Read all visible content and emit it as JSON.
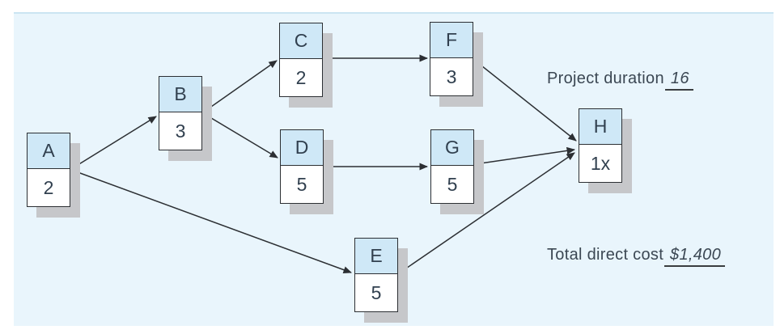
{
  "diagram": {
    "type": "activity-on-node-network",
    "nodes": [
      {
        "id": "A",
        "label": "A",
        "value": "2"
      },
      {
        "id": "B",
        "label": "B",
        "value": "3"
      },
      {
        "id": "C",
        "label": "C",
        "value": "2"
      },
      {
        "id": "D",
        "label": "D",
        "value": "5"
      },
      {
        "id": "E",
        "label": "E",
        "value": "5"
      },
      {
        "id": "F",
        "label": "F",
        "value": "3"
      },
      {
        "id": "G",
        "label": "G",
        "value": "5"
      },
      {
        "id": "H",
        "label": "H",
        "value": "1x"
      }
    ],
    "edges": [
      [
        "A",
        "B"
      ],
      [
        "A",
        "E"
      ],
      [
        "B",
        "C"
      ],
      [
        "B",
        "D"
      ],
      [
        "C",
        "F"
      ],
      [
        "D",
        "G"
      ],
      [
        "F",
        "H"
      ],
      [
        "G",
        "H"
      ],
      [
        "E",
        "H"
      ]
    ],
    "annotations": {
      "project_duration": {
        "label": "Project duration",
        "value": "16"
      },
      "total_direct_cost": {
        "label": "Total direct cost",
        "value": "$1,400"
      }
    },
    "colors": {
      "panel_background": "#e9f5fc",
      "node_top_fill": "#cfe8f7",
      "node_bottom_fill": "#ffffff",
      "node_border": "#2c2f33",
      "node_shadow": "#c6c7ca",
      "arrow": "#2c2f33",
      "text": "#3b4753"
    }
  }
}
